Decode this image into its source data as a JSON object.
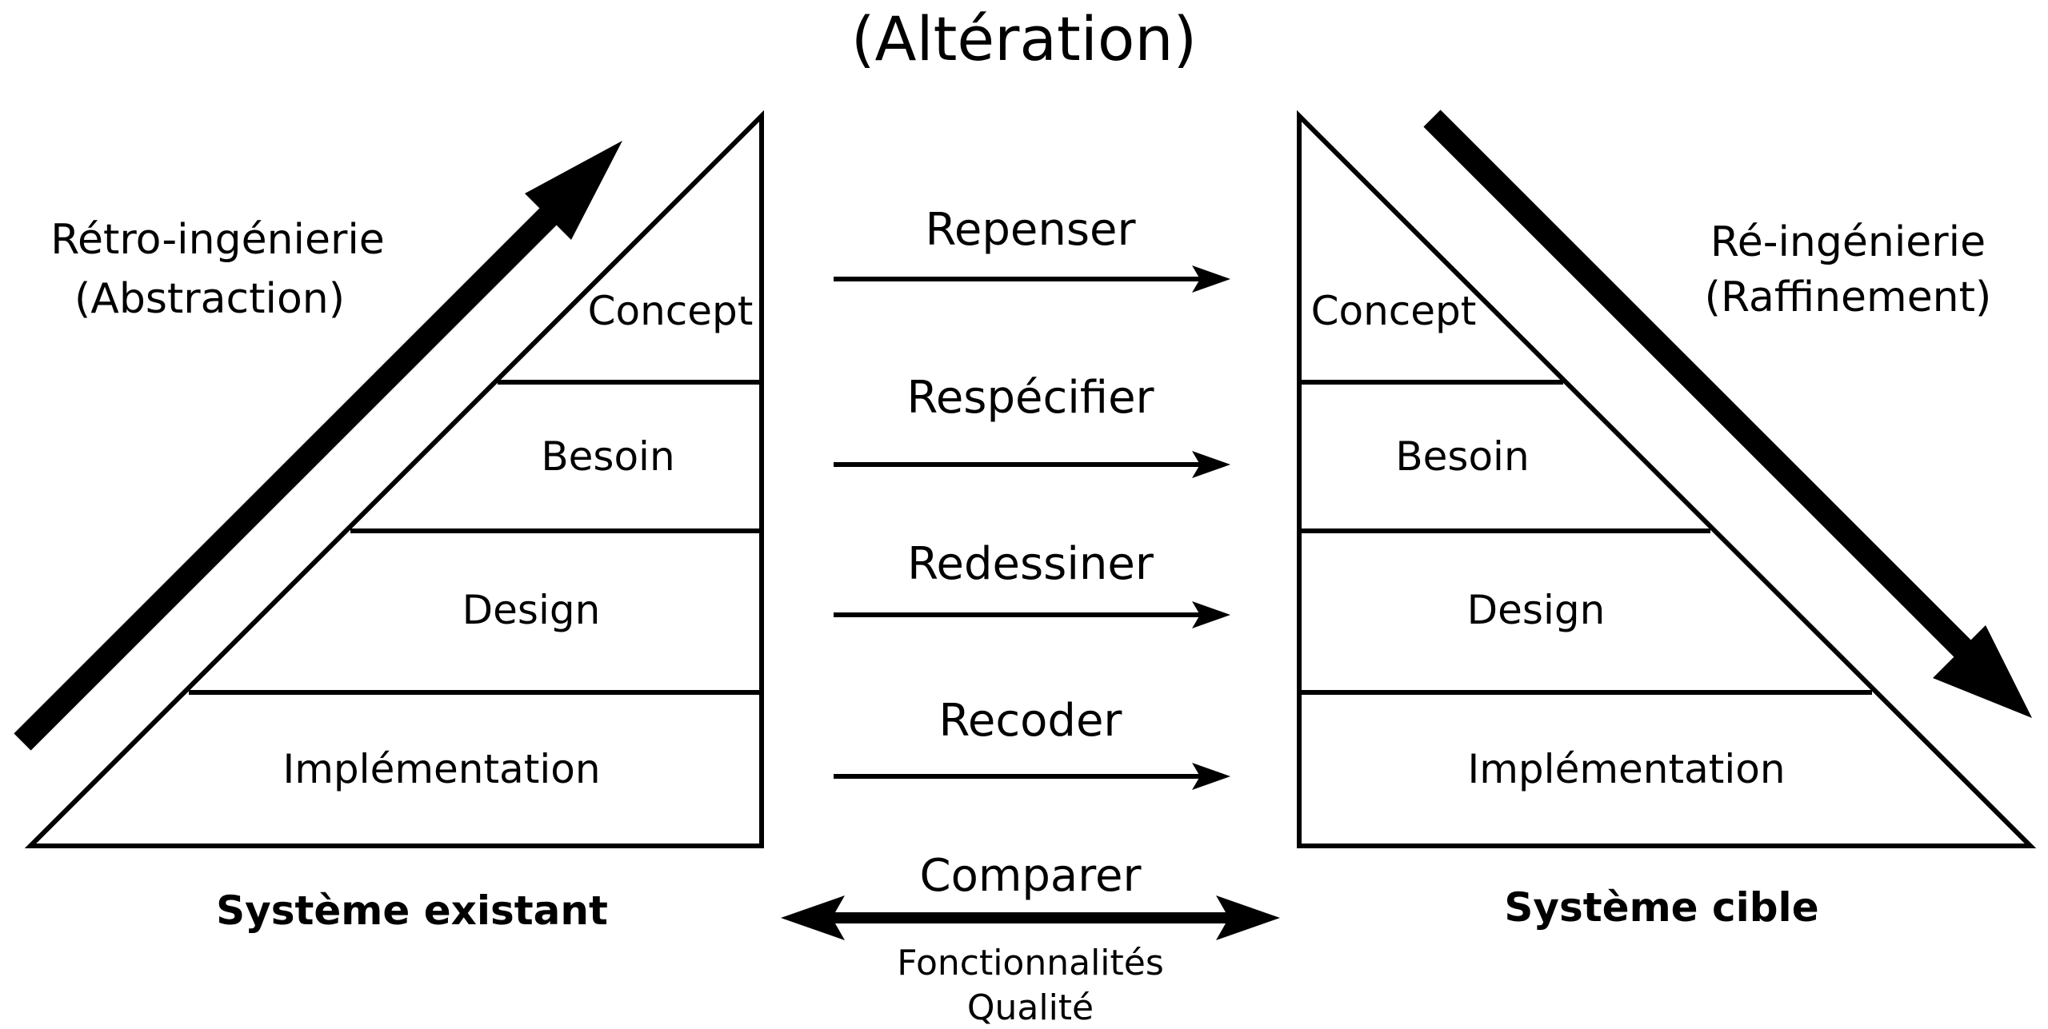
{
  "title": "(Altération)",
  "left_system": {
    "name": "Système existant",
    "process_label_line1": "Rétro-ingénierie",
    "process_label_line2": "(Abstraction)",
    "layers": [
      "Concept",
      "Besoin",
      "Design",
      "Implémentation"
    ]
  },
  "right_system": {
    "name": "Système cible",
    "process_label_line1": "Ré-ingénierie",
    "process_label_line2": "(Raffinement)",
    "layers": [
      "Concept",
      "Besoin",
      "Design",
      "Implémentation"
    ]
  },
  "transformations": [
    "Repenser",
    "Respécifier",
    "Redessiner",
    "Recoder"
  ],
  "comparison": {
    "label": "Comparer",
    "criteria": [
      "Fonctionnalités",
      "Qualité"
    ]
  }
}
